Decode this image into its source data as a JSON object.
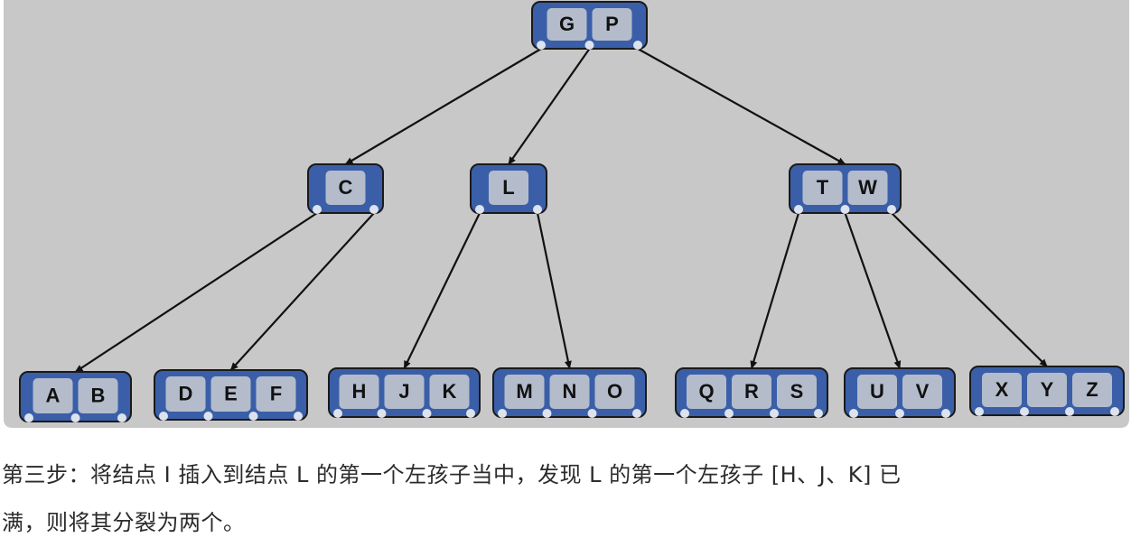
{
  "tree": {
    "nodes": [
      {
        "id": "root",
        "keys": [
          "G",
          "P"
        ]
      },
      {
        "id": "c",
        "keys": [
          "C"
        ]
      },
      {
        "id": "l",
        "keys": [
          "L"
        ]
      },
      {
        "id": "tw",
        "keys": [
          "T",
          "W"
        ]
      },
      {
        "id": "ab",
        "keys": [
          "A",
          "B"
        ]
      },
      {
        "id": "def",
        "keys": [
          "D",
          "E",
          "F"
        ]
      },
      {
        "id": "hjk",
        "keys": [
          "H",
          "J",
          "K"
        ]
      },
      {
        "id": "mno",
        "keys": [
          "M",
          "N",
          "O"
        ]
      },
      {
        "id": "qrs",
        "keys": [
          "Q",
          "R",
          "S"
        ]
      },
      {
        "id": "uv",
        "keys": [
          "U",
          "V"
        ]
      },
      {
        "id": "xyz",
        "keys": [
          "X",
          "Y",
          "Z"
        ]
      }
    ],
    "edges": [
      [
        "root",
        0,
        "c"
      ],
      [
        "root",
        1,
        "l"
      ],
      [
        "root",
        2,
        "tw"
      ],
      [
        "c",
        0,
        "ab"
      ],
      [
        "c",
        1,
        "def"
      ],
      [
        "l",
        0,
        "hjk"
      ],
      [
        "l",
        1,
        "mno"
      ],
      [
        "tw",
        0,
        "qrs"
      ],
      [
        "tw",
        1,
        "uv"
      ],
      [
        "tw",
        2,
        "xyz"
      ]
    ],
    "colors": {
      "background": "#c8c8c8",
      "node": "#3a5fa8",
      "key": "#b4bccb",
      "edge": "#111111"
    }
  },
  "caption": {
    "line1": "第三步：将结点 I 插入到结点 L 的第一个左孩子当中，发现 L 的第一个左孩子 [H、J、K] 已",
    "line2": "满，则将其分裂为两个。"
  }
}
